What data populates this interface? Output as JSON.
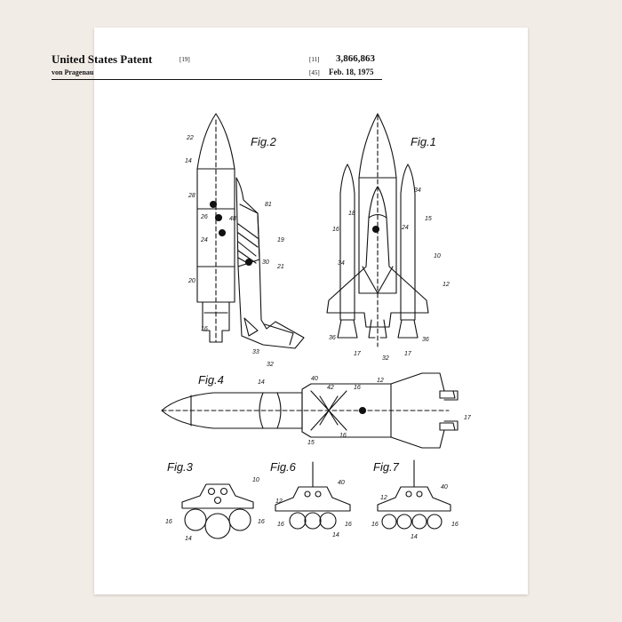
{
  "header": {
    "title": "United States Patent",
    "title_bracket": "[19]",
    "inventor": "von Pragenau",
    "patent_number_bracket": "[11]",
    "patent_number": "3,866,863",
    "date_bracket": "[45]",
    "date": "Feb. 18, 1975"
  },
  "figures": {
    "fig1": "Fig.1",
    "fig2": "Fig.2",
    "fig3": "Fig.3",
    "fig4": "Fig.4",
    "fig6": "Fig.6",
    "fig7": "Fig.7"
  },
  "reference_numerals": {
    "r10": "10",
    "r12": "12",
    "r14": "14",
    "r15": "15",
    "r16": "16",
    "r17": "17",
    "r18": "18",
    "r19": "19",
    "r20": "20",
    "r21": "21",
    "r22": "22",
    "r24": "24",
    "r26": "26",
    "r28": "28",
    "r30": "30",
    "r32": "32",
    "r33": "33",
    "r34": "34",
    "r36": "36",
    "r40": "40",
    "r42": "42",
    "r48": "48",
    "r81": "81",
    "r16b": "16",
    "r16c": "16",
    "r14b": "14",
    "r12b": "12",
    "r40b": "40",
    "r14c": "14",
    "r16d": "16"
  },
  "colors": {
    "wall": "#f2ece7",
    "paper": "#ffffff",
    "ink": "#111111"
  }
}
